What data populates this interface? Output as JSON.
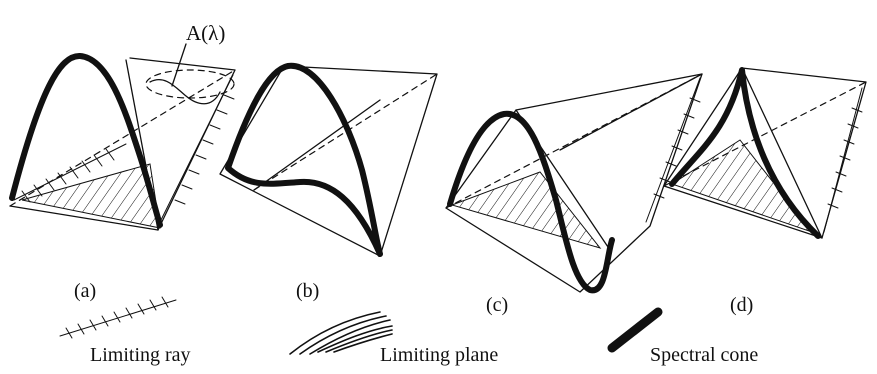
{
  "annotation": "A(λ)",
  "panels": [
    {
      "id": "a",
      "label": "(a)"
    },
    {
      "id": "b",
      "label": "(b)"
    },
    {
      "id": "c",
      "label": "(c)"
    },
    {
      "id": "d",
      "label": "(d)"
    }
  ],
  "legend": {
    "limiting_ray": "Limiting ray",
    "limiting_plane": "Limiting plane",
    "spectral_cone": "Spectral cone"
  }
}
